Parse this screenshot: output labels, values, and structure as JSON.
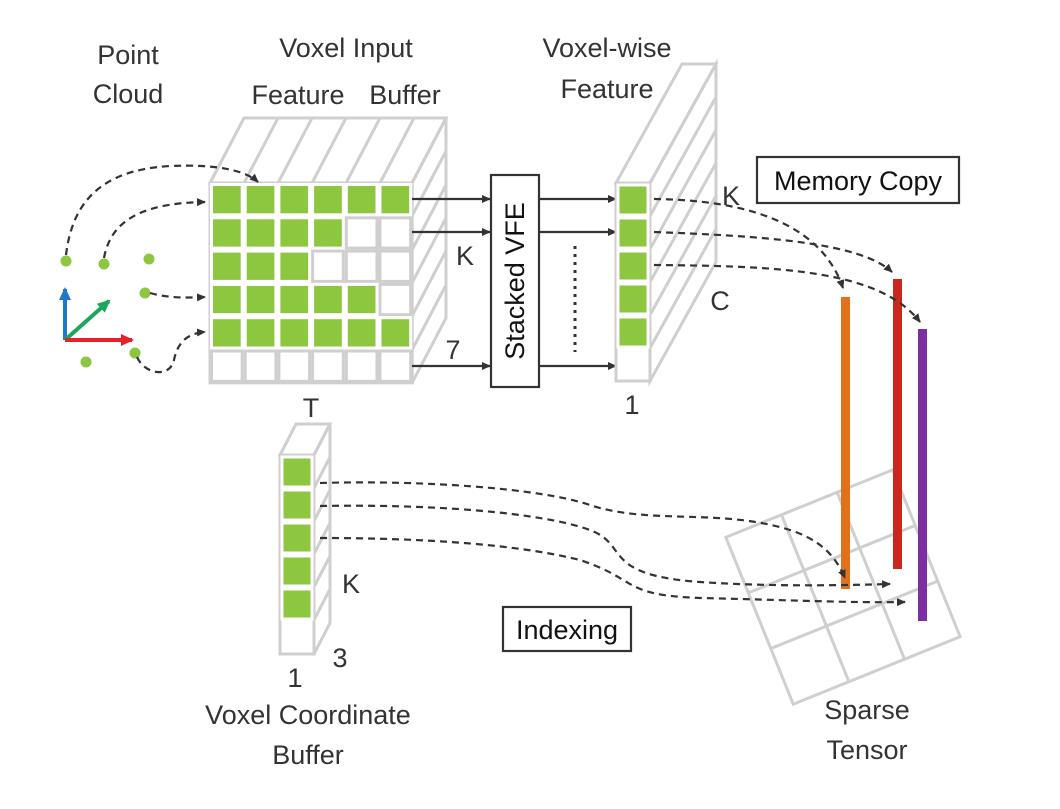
{
  "labels": {
    "point_cloud_1": "Point",
    "point_cloud_2": "Cloud",
    "voxel_input_1": "Voxel Input",
    "voxel_input_2a": "Feature",
    "voxel_input_2b": "Buffer",
    "voxelwise_1": "Voxel-wise",
    "voxelwise_2": "Feature",
    "memory_copy": "Memory Copy",
    "stacked_vfe": "Stacked VFE",
    "k_input": "K",
    "seven": "7",
    "t": "T",
    "k_feature": "K",
    "c": "C",
    "one_feature": "1",
    "k_coord": "K",
    "three": "3",
    "one_coord": "1",
    "coord_1": "Voxel Coordinate",
    "coord_2": "Buffer",
    "indexing": "Indexing",
    "sparse_1": "Sparse",
    "sparse_2": "Tensor"
  },
  "colors": {
    "green": "#8dc63f",
    "grid": "#cfcfcf",
    "axis_x": "#e8202a",
    "axis_y": "#1f78c8",
    "axis_z": "#1aa85a",
    "bar_orange": "#e2711d",
    "bar_red": "#c8281e",
    "bar_purple": "#7b2fa0"
  }
}
